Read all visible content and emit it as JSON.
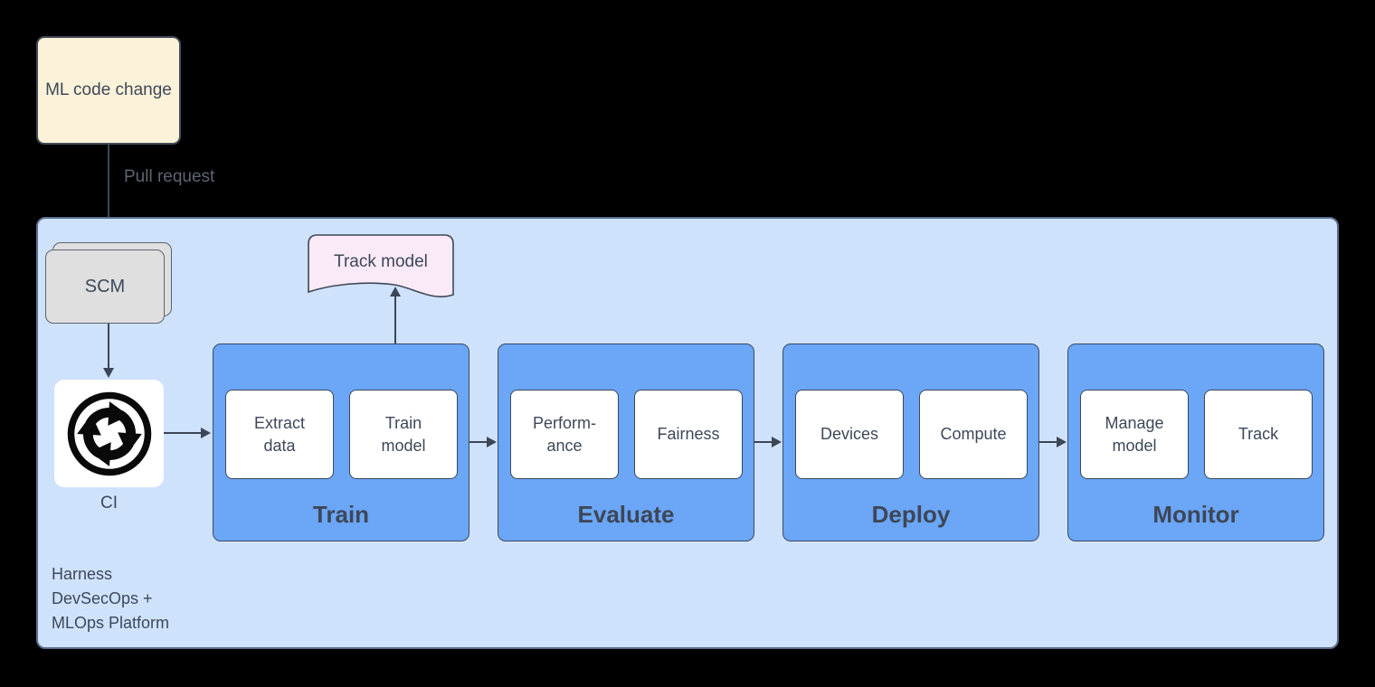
{
  "diagram": {
    "source_box": {
      "label": "ML code change"
    },
    "edge_labels": {
      "pull_request": "Pull request"
    },
    "scm": {
      "label": "SCM"
    },
    "ci": {
      "label": "CI",
      "icon": "circular-sync-arrows"
    },
    "track_model": {
      "label": "Track model"
    },
    "platform": {
      "label": "Harness\nDevSecOps +\nMLOps Platform"
    },
    "stages": [
      {
        "title": "Train",
        "items": [
          "Extract data",
          "Train model"
        ]
      },
      {
        "title": "Evaluate",
        "items": [
          "Perform-ance",
          "Fairness"
        ]
      },
      {
        "title": "Deploy",
        "items": [
          "Devices",
          "Compute"
        ]
      },
      {
        "title": "Monitor",
        "items": [
          "Manage model",
          "Track"
        ]
      }
    ],
    "colors": {
      "background": "#000000",
      "platform_fill": "#CFE2FC",
      "platform_border": "#5C6E8E",
      "stage_fill": "#6BA6F7",
      "stage_border": "#3A4A62",
      "source_fill": "#FCF2D9",
      "scm_fill": "#DFDFDF",
      "doc_fill": "#FAE9F6",
      "text": "#3D4859",
      "muted_text": "#5B6472",
      "arrow": "#3C4656"
    }
  }
}
